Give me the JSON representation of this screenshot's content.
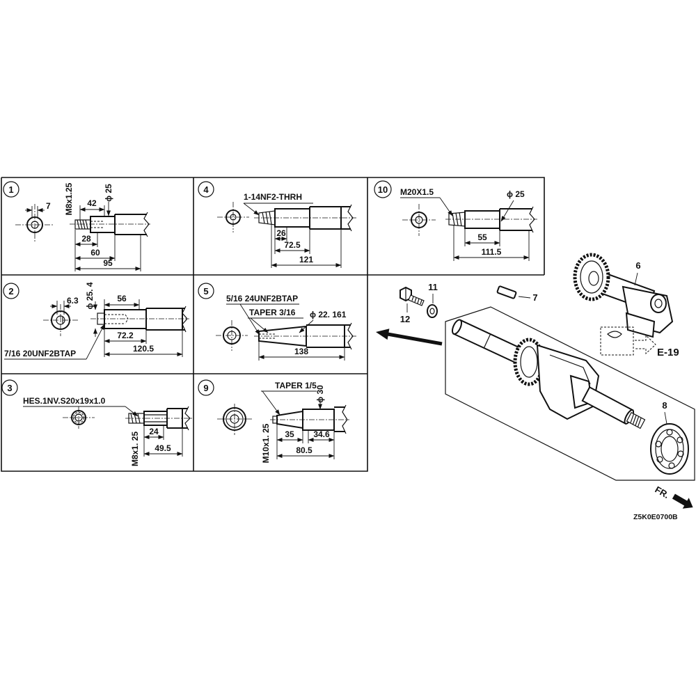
{
  "panels": {
    "p1": {
      "num": "1",
      "d7": "7",
      "thread": "M8x1.25",
      "d42": "42",
      "dia": "ϕ 25",
      "d28": "28",
      "d60": "60",
      "d95": "95"
    },
    "p4": {
      "num": "4",
      "thread": "1-14NF2-THRH",
      "d26": "26",
      "d72_5": "72.5",
      "d121": "121"
    },
    "p10": {
      "num": "10",
      "thread": "M20X1.5",
      "dia": "ϕ 25",
      "d55": "55",
      "d111_5": "111.5"
    },
    "p2": {
      "num": "2",
      "d6_3": "6.3",
      "dia": "ϕ 25. 4",
      "d56": "56",
      "d72_2": "72.2",
      "d120_5": "120.5",
      "tap": "7/16 20UNF2BTAP"
    },
    "p5": {
      "num": "5",
      "tap": "5/16 24UNF2BTAP",
      "taper": "TAPER 3/16",
      "dia": "ϕ 22. 161",
      "d138": "138"
    },
    "p3": {
      "num": "3",
      "spline": "HES.1NV.S20x19x1.0",
      "thread": "M8x1. 25",
      "d24": "24",
      "d49_5": "49.5"
    },
    "p9": {
      "num": "9",
      "taper": "TAPER 1/5",
      "dia": "ϕ 30",
      "thread": "M10x1. 25",
      "d35": "35",
      "d34_6": "34.6",
      "d80_5": "80.5"
    }
  },
  "exploded": {
    "part6": "6",
    "part7": "7",
    "part11": "11",
    "part12": "12",
    "part8": "8",
    "ref": "E-19",
    "front": "FR.",
    "code": "Z5K0E0700B"
  },
  "colors": {
    "line": "#111111",
    "background": "#ffffff"
  }
}
